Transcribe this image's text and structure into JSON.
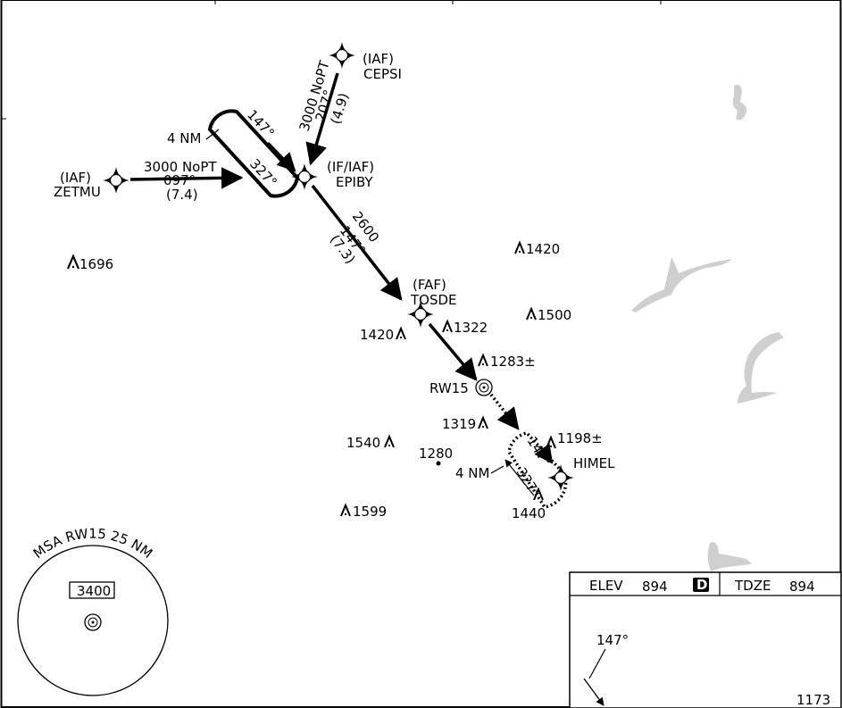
{
  "fixes": {
    "cepsi": {
      "type": "(IAF)",
      "name": "CEPSI"
    },
    "zetmu": {
      "type": "(IAF)",
      "name": "ZETMU"
    },
    "epiby": {
      "type": "(IF/IAF)",
      "name": "EPIBY"
    },
    "tosde": {
      "type": "(FAF)",
      "name": "TOSDE"
    },
    "himel": {
      "name": "HIMEL"
    },
    "rw15": {
      "name": "RW15"
    }
  },
  "legs": {
    "cepsi_epiby": {
      "alt": "3000 NoPT",
      "course": "207°",
      "dist": "(4.9)"
    },
    "zetmu_epiby": {
      "alt": "3000 NoPT",
      "course": "097°",
      "dist": "(7.4)"
    },
    "epiby_tosde": {
      "alt": "2600",
      "course": "147°",
      "dist": "(7.3)"
    }
  },
  "holds": {
    "epiby": {
      "inbound": "147°",
      "outbound": "327°",
      "length": "4 NM"
    },
    "himel": {
      "inbound": "147°",
      "outbound": "327°",
      "length": "4 NM"
    }
  },
  "obstacles": [
    "1696",
    "1420",
    "1500",
    "1420",
    "1322",
    "1283±",
    "1319",
    "1540",
    "1599",
    "1198±",
    "1440"
  ],
  "spot_elevation": "1280",
  "msa": {
    "title": "MSA RW15 25 NM",
    "altitude": "3400"
  },
  "airport": {
    "elev_label": "ELEV",
    "elev": "894",
    "d_badge": "D",
    "tdze_label": "TDZE",
    "tdze": "894",
    "runway_course": "147°",
    "obstacle": "1173"
  },
  "colors": {
    "water": "#cfcfcf",
    "ink": "#000000"
  }
}
